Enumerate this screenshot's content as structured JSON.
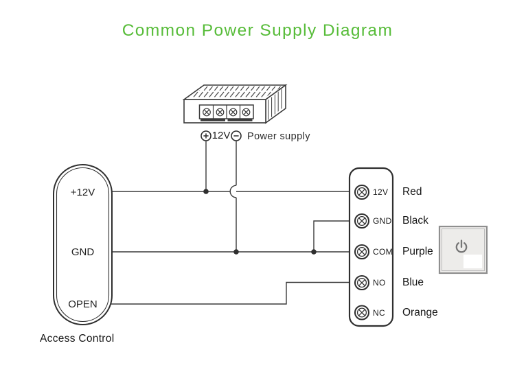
{
  "title": "Common Power Supply Diagram",
  "power_supply": {
    "plus_symbol": "+",
    "voltage": "12V",
    "minus_symbol": "−",
    "label": "Power supply"
  },
  "access_control": {
    "caption": "Access Control",
    "terminals": [
      "+12V",
      "GND",
      "OPEN"
    ]
  },
  "terminal_block": {
    "terminals": [
      {
        "label": "12V",
        "wire_color": "Red"
      },
      {
        "label": "GND",
        "wire_color": "Black"
      },
      {
        "label": "COM",
        "wire_color": "Purple"
      },
      {
        "label": "NO",
        "wire_color": "Blue"
      },
      {
        "label": "NC",
        "wire_color": "Orange"
      }
    ]
  },
  "icons": {
    "screw_terminal": "⊗",
    "plus_terminal": "⊕",
    "minus_terminal": "⊖",
    "power_button": "⏻"
  },
  "colors": {
    "title_green": "#57bc39",
    "line": "#3a3a3a"
  }
}
